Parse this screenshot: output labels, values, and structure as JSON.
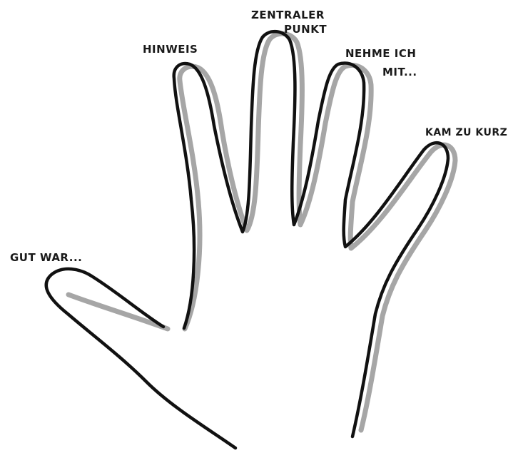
{
  "labels": {
    "thumb": "GUT WAR...",
    "index": "HINWEIS",
    "middle_line1": "ZENTRALER",
    "middle_line2": "PUNKT",
    "ring_line1": "NEHME ICH",
    "ring_line2": "MIT...",
    "pinky": "KAM ZU KURZ"
  },
  "colors": {
    "outline": "#111111",
    "shadow": "#a6a6a6",
    "background": "#ffffff"
  }
}
